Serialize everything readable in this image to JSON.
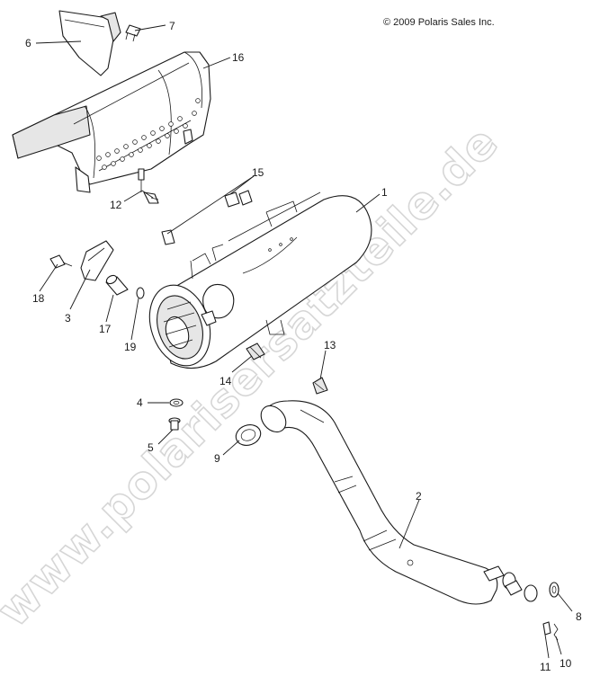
{
  "copyright": "© 2009 Polaris Sales Inc.",
  "watermark": "www.polarisersatzteile.de",
  "callouts": {
    "c1": "1",
    "c2": "2",
    "c3": "3",
    "c4": "4",
    "c5": "5",
    "c6": "6",
    "c7": "7",
    "c8": "8",
    "c9": "9",
    "c10": "10",
    "c11": "11",
    "c12": "12",
    "c13": "13",
    "c14": "14",
    "c15": "15",
    "c16": "16",
    "c17": "17",
    "c18": "18",
    "c19": "19"
  }
}
